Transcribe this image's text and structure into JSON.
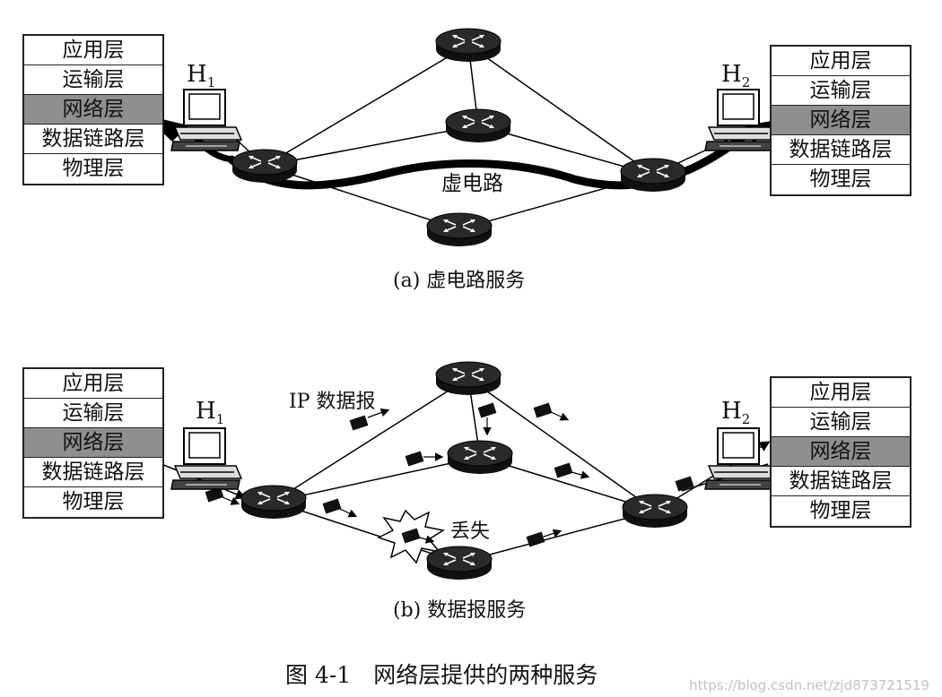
{
  "layers": [
    "应用层",
    "运输层",
    "网络层",
    "数据链路层",
    "物理层"
  ],
  "hosts": {
    "h1": "H",
    "h1_sub": "1",
    "h2": "H",
    "h2_sub": "2"
  },
  "panel_a": {
    "circuit_label": "虚电路",
    "caption": "(a) 虚电路服务"
  },
  "panel_b": {
    "datagram_label": "IP 数据报",
    "lost_label": "丢失",
    "caption": "(b) 数据报服务"
  },
  "figure_caption": "图 4-1　网络层提供的两种服务",
  "watermark": "https://blog.csdn.net/zjd873721519",
  "icons": [
    "router-icon",
    "host-computer-icon",
    "packet-icon",
    "explosion-icon"
  ]
}
